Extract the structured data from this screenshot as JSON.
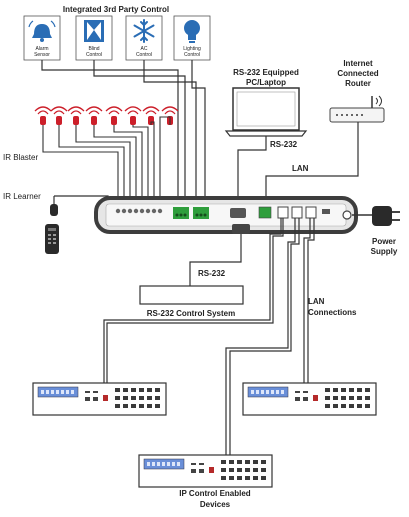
{
  "header": {
    "title": "Integrated 3rd Party Control"
  },
  "sensors": [
    {
      "line1": "Alarm",
      "line2": "Sensor",
      "icon": "bell-icon"
    },
    {
      "line1": "Blind",
      "line2": "Control",
      "icon": "blind-icon"
    },
    {
      "line1": "AC",
      "line2": "Control",
      "icon": "snowflake-icon"
    },
    {
      "line1": "Lighting",
      "line2": "Control",
      "icon": "bulb-icon"
    }
  ],
  "labels": {
    "pc_line1": "RS-232 Equipped",
    "pc_line2": "PC/Laptop",
    "router_line1": "Internet",
    "router_line2": "Connected",
    "router_line3": "Router",
    "ir_blaster": "IR Blaster",
    "ir_learner": "IR Learner",
    "rs232_pc": "RS-232",
    "lan": "LAN",
    "power_line1": "Power",
    "power_line2": "Supply",
    "rs232_sys": "RS-232",
    "rs232_control_system": "RS-232 Control System",
    "lan_connections_line1": "LAN",
    "lan_connections_line2": "Connections",
    "ip_devices_line1": "IP Control Enabled",
    "ip_devices_line2": "Devices"
  },
  "colors": {
    "ir_red": "#cc1f2a",
    "green_port": "#2f9e3c",
    "screen_blue": "#6a8fd8",
    "line": "#333333"
  }
}
